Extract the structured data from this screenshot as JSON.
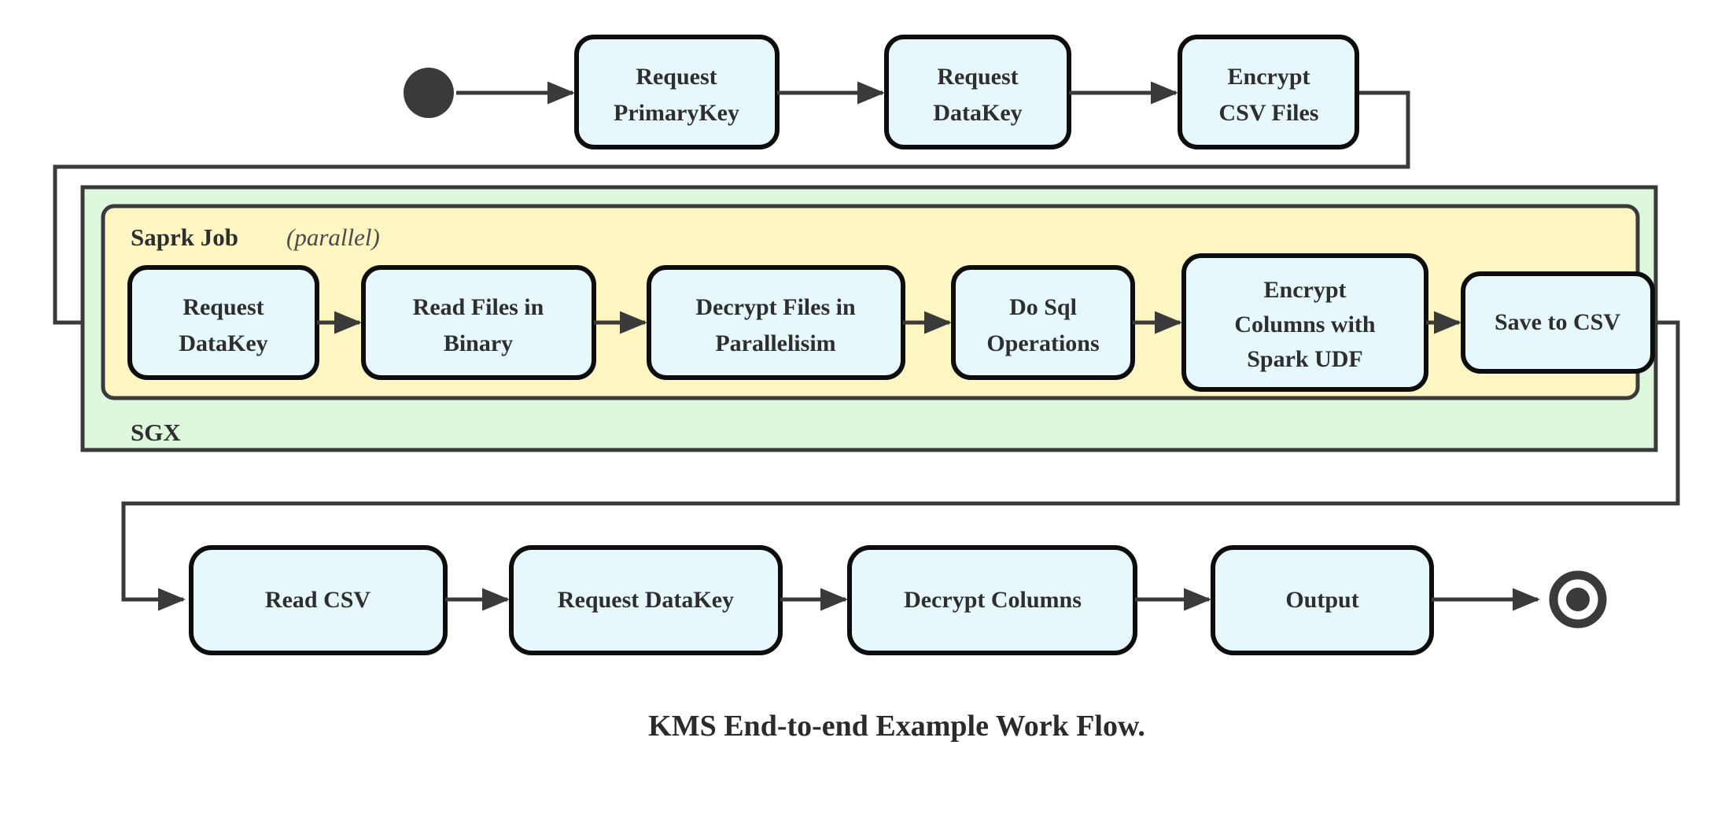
{
  "diagram": {
    "caption": "KMS End-to-end Example Work Flow.",
    "colors": {
      "node_fill": "#e6f8fc",
      "node_stroke": "#0d0d0d",
      "sgx_fill": "#ddf8dd",
      "spark_fill": "#fdf6c3",
      "edge": "#3a3a3a",
      "text": "#2e2e2e",
      "background": "#ffffff"
    },
    "start_node": {
      "name": "start-node",
      "shape": "filled-circle"
    },
    "end_node": {
      "name": "end-node",
      "shape": "ring-with-core"
    },
    "containers": [
      {
        "id": "sgx",
        "label": "SGX",
        "fill": "#ddf8dd",
        "label_position": "bottom-left"
      },
      {
        "id": "spark-job",
        "label": "Saprk Job",
        "label_suffix": "(parallel)",
        "label_suffix_italic": "parallel",
        "fill": "#fdf6c3",
        "label_position": "top-left"
      }
    ],
    "rows": {
      "top": {
        "id": "top-row",
        "nodes": [
          {
            "id": "request-primarykey",
            "lines": [
              "Request",
              "PrimaryKey"
            ]
          },
          {
            "id": "request-datakey-top",
            "lines": [
              "Request",
              "DataKey"
            ]
          },
          {
            "id": "encrypt-csv-files",
            "lines": [
              "Encrypt",
              "CSV Files"
            ]
          }
        ]
      },
      "spark": {
        "id": "spark-row",
        "nodes": [
          {
            "id": "request-datakey-spark",
            "lines": [
              "Request",
              "DataKey"
            ]
          },
          {
            "id": "read-files-in-binary",
            "lines": [
              "Read Files in",
              "Binary"
            ]
          },
          {
            "id": "decrypt-files-in-parallelisim",
            "lines": [
              "Decrypt Files in",
              "Parallelisim"
            ]
          },
          {
            "id": "do-sql-operations",
            "lines": [
              "Do Sql",
              "Operations"
            ]
          },
          {
            "id": "encrypt-columns-with-spark-udf",
            "lines": [
              "Encrypt",
              "Columns with",
              "Spark UDF"
            ]
          },
          {
            "id": "save-to-csv",
            "lines": [
              "Save to CSV"
            ]
          }
        ]
      },
      "bottom": {
        "id": "bottom-row",
        "nodes": [
          {
            "id": "read-csv",
            "lines": [
              "Read CSV"
            ]
          },
          {
            "id": "request-datakey-bottom",
            "lines": [
              "Request DataKey"
            ]
          },
          {
            "id": "decrypt-columns",
            "lines": [
              "Decrypt Columns"
            ]
          },
          {
            "id": "output",
            "lines": [
              "Output"
            ]
          }
        ]
      }
    }
  }
}
